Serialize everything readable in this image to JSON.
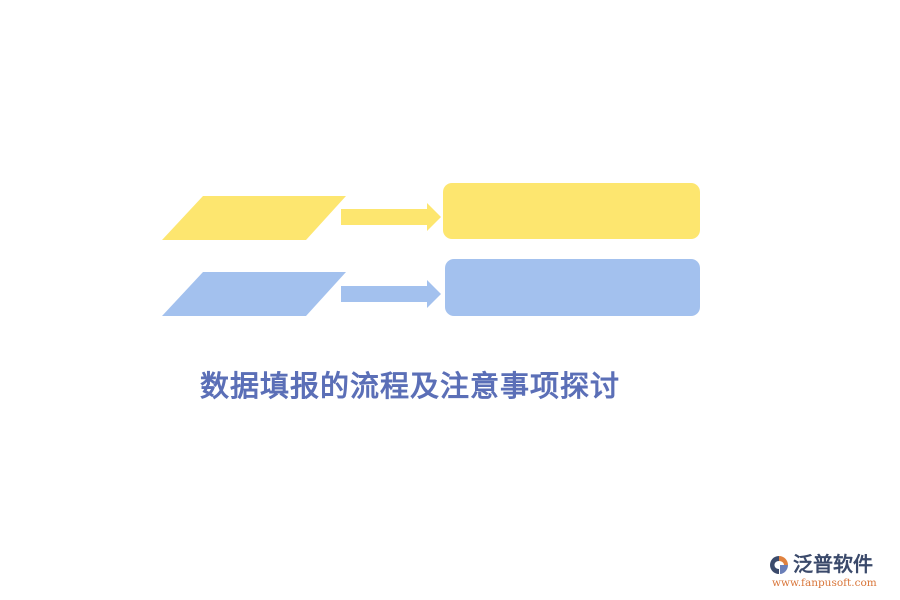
{
  "title": "数据填报的流程及注意事项探讨",
  "colors": {
    "yellow": "#fde66f",
    "blue": "#a3c1ee",
    "title": "#5b6fb7",
    "brand_text": "#3b4a6b",
    "brand_url": "#d9763a"
  },
  "brand": {
    "logo_icon": "fanpu-logo-icon",
    "name": "泛普软件",
    "url": "www.fanpusoft.com"
  }
}
